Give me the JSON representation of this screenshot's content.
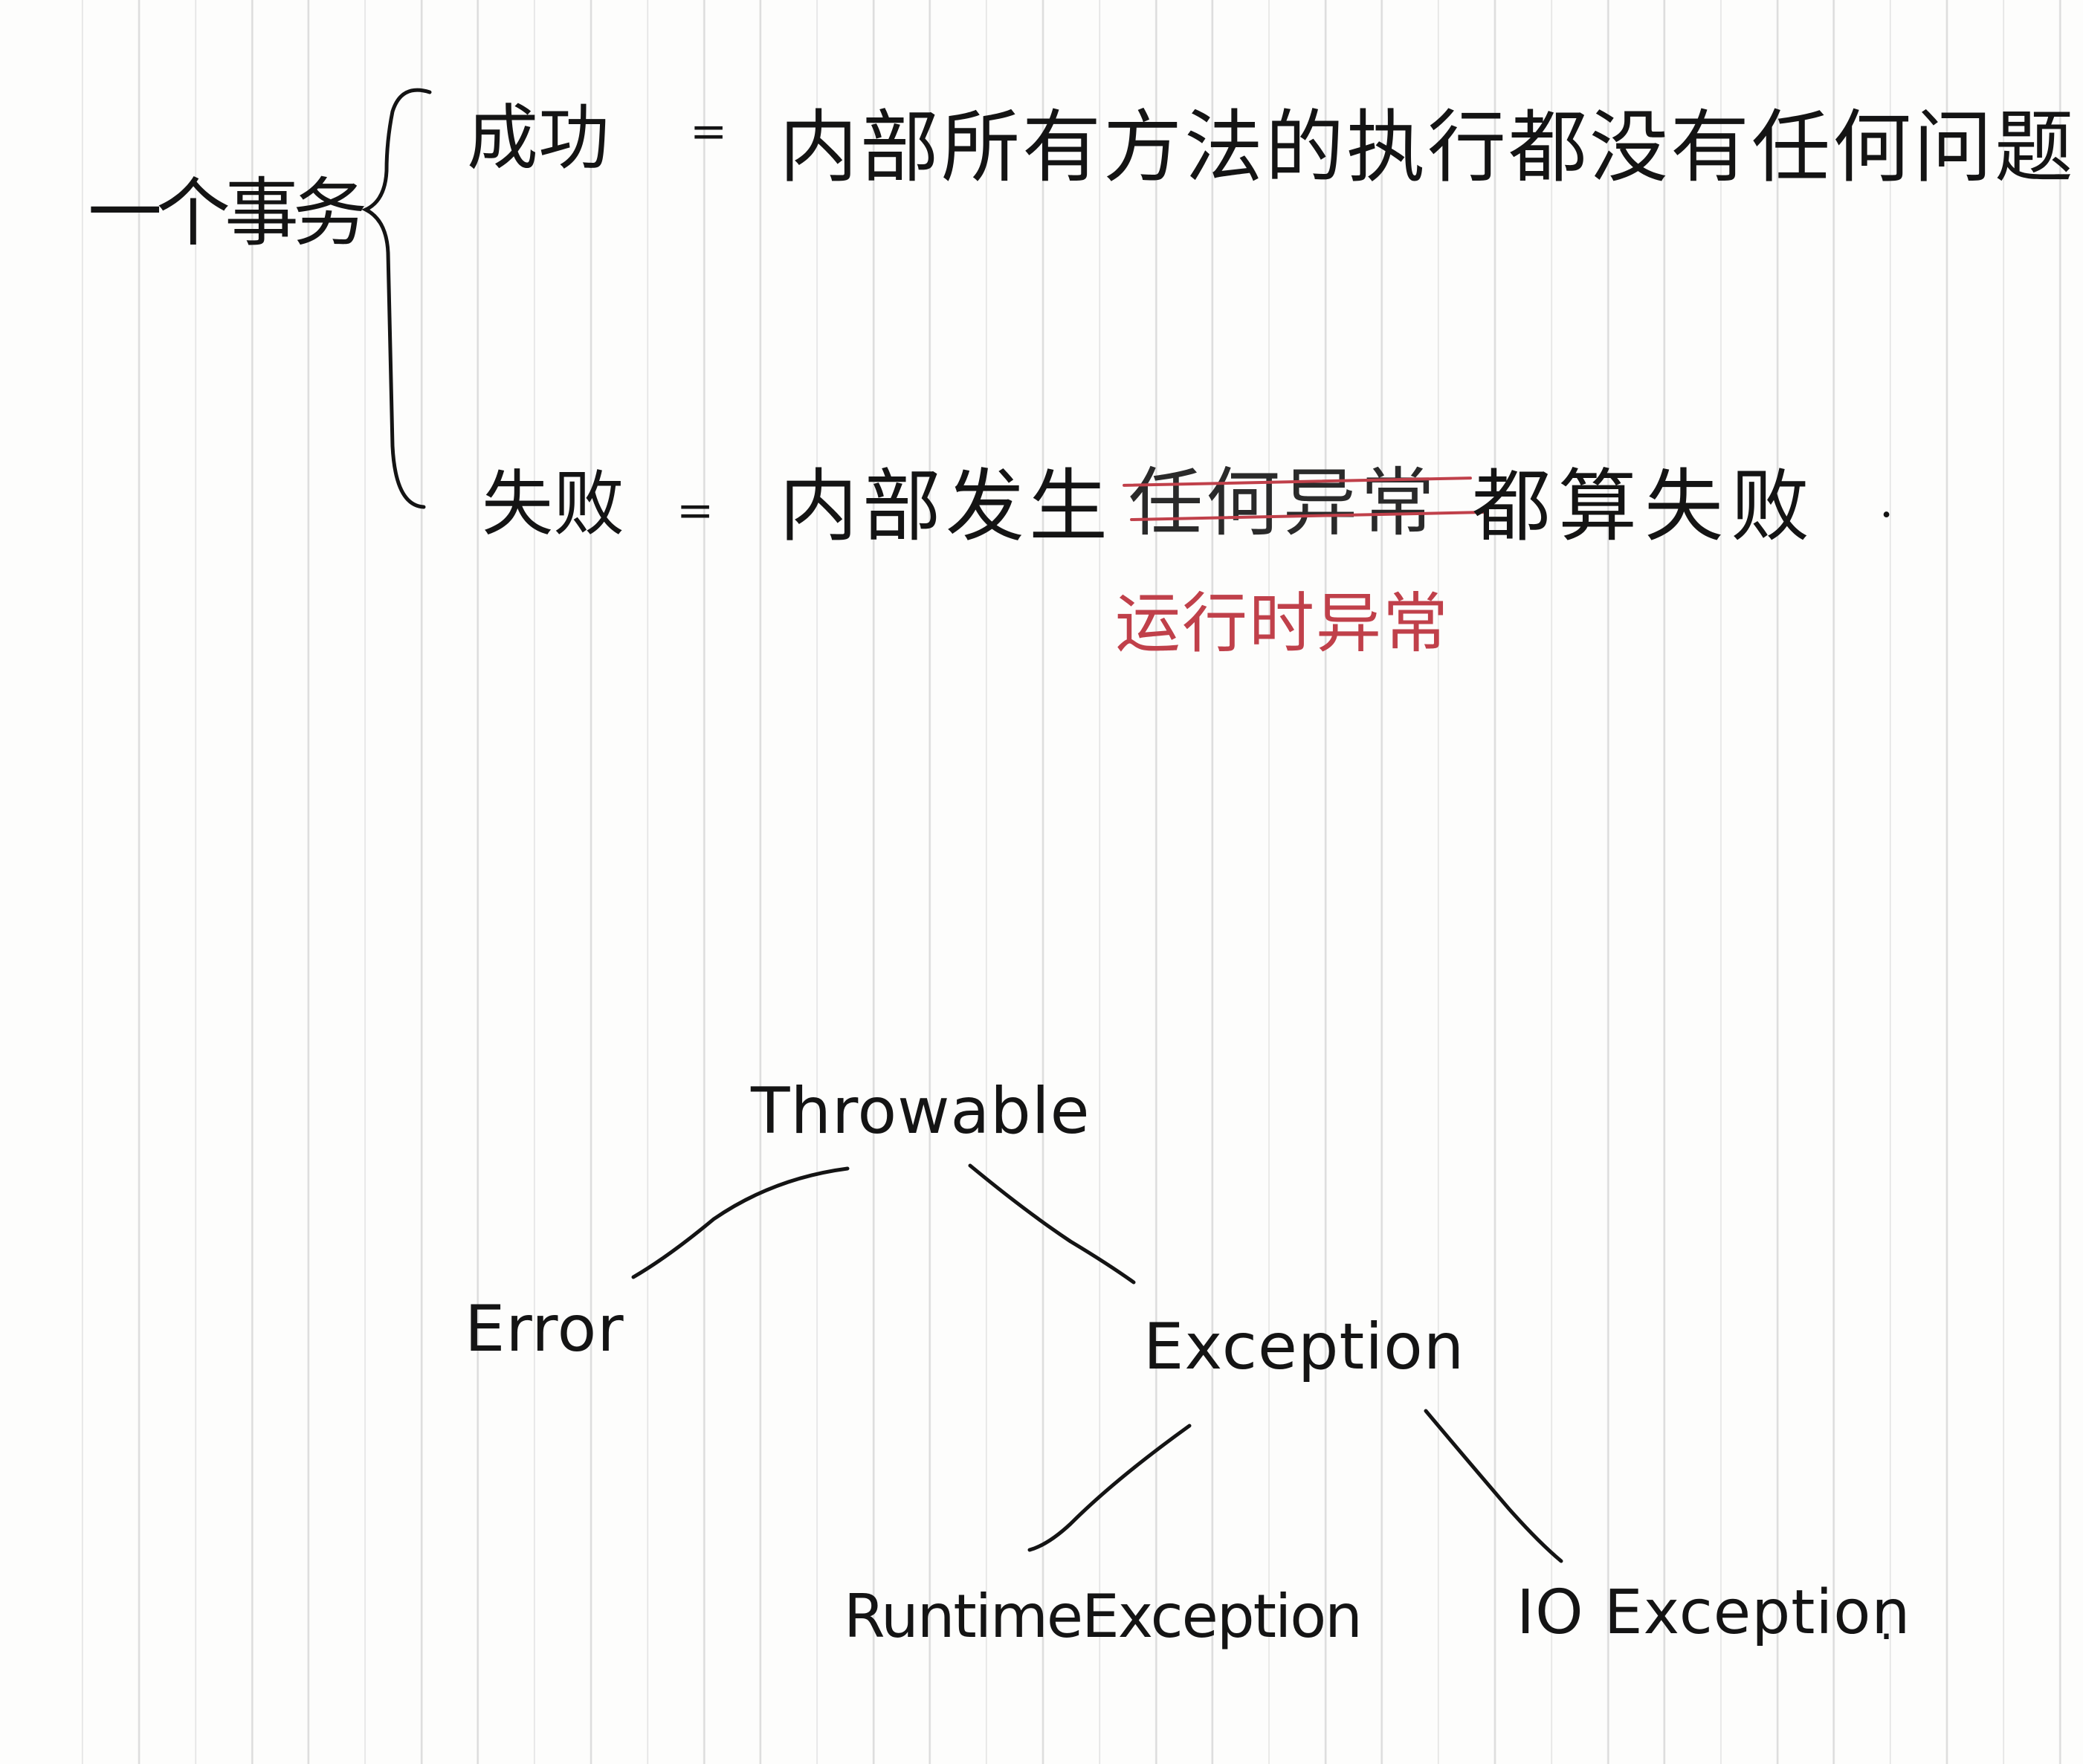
{
  "note": {
    "subject": "一个事务",
    "success": {
      "label": "成功",
      "eq": "=",
      "text": "内部所有方法的执行都没有任何问题"
    },
    "failure": {
      "label": "失败",
      "eq": "=",
      "text_before": "内部发生",
      "struck": "任何异常",
      "text_after": "都算失败",
      "end": ".",
      "correction": "运行时异常"
    }
  },
  "hierarchy": {
    "root": "Throwable",
    "level1": [
      "Error",
      "Exception"
    ],
    "level2": [
      "RuntimeException",
      "IO Exception"
    ],
    "end": "."
  },
  "colors": {
    "ink": "#141414",
    "correction": "#c0404a",
    "rule": "#dcdcdc"
  }
}
